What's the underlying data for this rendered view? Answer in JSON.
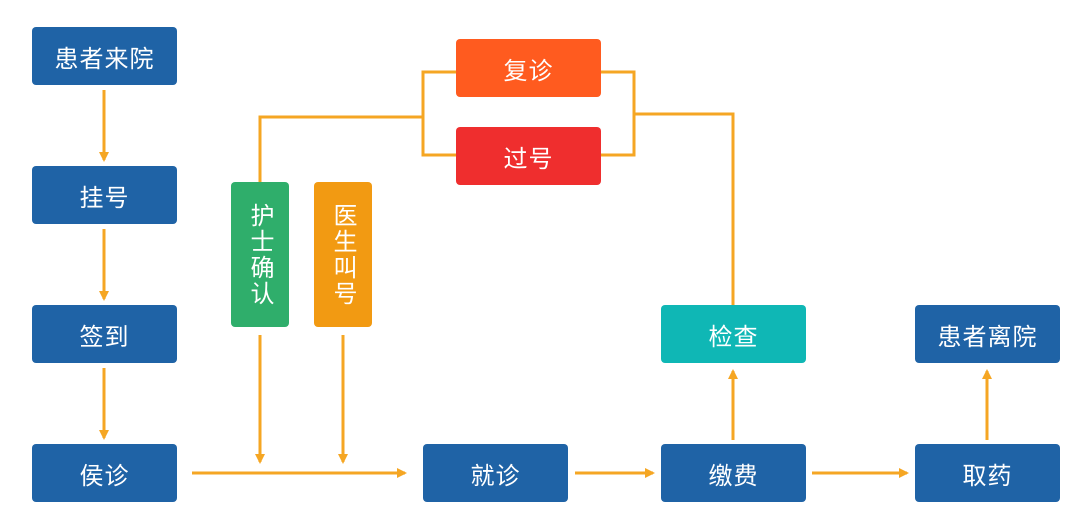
{
  "colors": {
    "blue": "#1f63a6",
    "green": "#2fae6b",
    "orange": "#f29a12",
    "red_orange": "#ff5b1f",
    "red": "#ef2e2e",
    "teal": "#0fb7b5",
    "connector": "#f5a623"
  },
  "nodes": {
    "arrive": "患者来院",
    "register": "挂号",
    "checkin": "签到",
    "waiting": "侯诊",
    "nurse_confirm": "护士确认",
    "doctor_call": "医生叫号",
    "revisit": "复诊",
    "missed": "过号",
    "visit": "就诊",
    "exam": "检查",
    "pay": "缴费",
    "leave": "患者离院",
    "medicine": "取药"
  }
}
